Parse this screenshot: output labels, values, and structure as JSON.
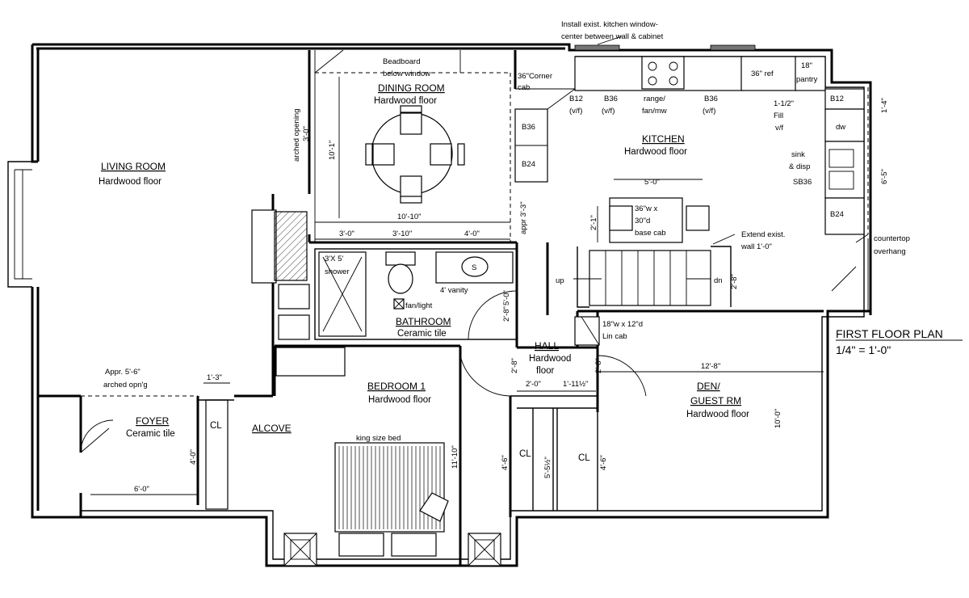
{
  "plan_title": "FIRST FLOOR PLAN",
  "plan_scale": "1/4\" = 1'-0\"",
  "rooms": {
    "living": {
      "name": "LIVING ROOM",
      "floor": "Hardwood floor"
    },
    "dining": {
      "name": "DINING ROOM",
      "floor": "Hardwood floor"
    },
    "kitchen": {
      "name": "KITCHEN",
      "floor": "Hardwood floor"
    },
    "bathroom": {
      "name": "BATHROOM",
      "floor": "Ceramic tile"
    },
    "bedroom": {
      "name": "BEDROOM 1",
      "floor": "Hardwood floor"
    },
    "hall": {
      "name": "HALL",
      "floor1": "Hardwood",
      "floor2": "floor"
    },
    "den": {
      "name1": "DEN/",
      "name2": "GUEST RM",
      "floor": "Hardwood floor"
    },
    "foyer": {
      "name": "FOYER",
      "floor": "Ceramic tile"
    },
    "alcove": {
      "name": "ALCOVE"
    }
  },
  "notes": {
    "kitchen_window_1": "Install exist. kitchen window-",
    "kitchen_window_2": "center between wall & cabinet",
    "beadboard_1": "Beadboard",
    "beadboard_2": "below window",
    "corner_cab_1": "36\"Corner",
    "corner_cab_2": "cab",
    "b12_left": "B12",
    "b12_left_sub": "(v/f)",
    "b36_left": "B36",
    "b36_left_sub": "(v/f)",
    "range_1": "range/",
    "range_2": "fan/mw",
    "b36_right": "B36",
    "b36_right_sub": "(v/f)",
    "ref": "36\" ref",
    "pantry_1": "18\"",
    "pantry_2": "pantry",
    "b12_right": "B12",
    "fill_1": "1-1/2\"",
    "fill_2": "Fill",
    "fill_3": "v/f",
    "dw": "dw",
    "sink_1": "sink",
    "sink_2": "& disp",
    "sink_3": "SB36",
    "b24_right": "B24",
    "b36_wall": "B36",
    "b24_wall": "B24",
    "island_1": "36\"w x",
    "island_2": "30\"d",
    "island_3": "base cab",
    "extend_1": "Extend exist.",
    "extend_2": "wall 1'-0\"",
    "countertop_1": "countertop",
    "countertop_2": "overhang",
    "up": "up",
    "dn": "dn",
    "shower_1": "3'X 5'",
    "shower_2": "shower",
    "vanity": "4' vanity",
    "fan_light": "fan/light",
    "arched_opening_1": "arched opening",
    "arched_opening_2": "3'-0\"",
    "appr_arch_1": "Appr. 5'-6\"",
    "appr_arch_2": "arched opn'g",
    "lin_cab_1": "18\"w x 12\"d",
    "lin_cab_2": "Lin cab",
    "king_bed": "king size bed",
    "closet": "CL",
    "s_mark": "S"
  },
  "dimensions": {
    "dining_height": "10'-1\"",
    "dining_width": "10'-10\"",
    "d_3_0": "3'-0\"",
    "d_3_10": "3'-10\"",
    "d_4_0": "4'-0\"",
    "appr_3_3": "appr 3'-3\"",
    "island_width": "5'-0\"",
    "island_side": "2'-1\"",
    "kitchen_right_1": "1'-4\"",
    "kitchen_right_2": "6'-5\"",
    "stair_side": "2'-8\"",
    "bath_5_0": "5'-0\"",
    "bath_2_8": "2'-8\"",
    "hall_2_8_left": "2'-8\"",
    "hall_2_8_right": "2'-8\"",
    "hall_2_0": "2'-0\"",
    "hall_1_11": "1'-11½\"",
    "den_width": "12'-8\"",
    "den_height": "10'-0\"",
    "bed_height": "11'-10\"",
    "foyer_1_3": "1'-3\"",
    "foyer_4_0": "4'-0\"",
    "foyer_6_0": "6'-0\"",
    "cl_4_6_left": "4'-6\"",
    "cl_5_5": "5'-5½\"",
    "cl_4_6_right": "4'-6\""
  }
}
